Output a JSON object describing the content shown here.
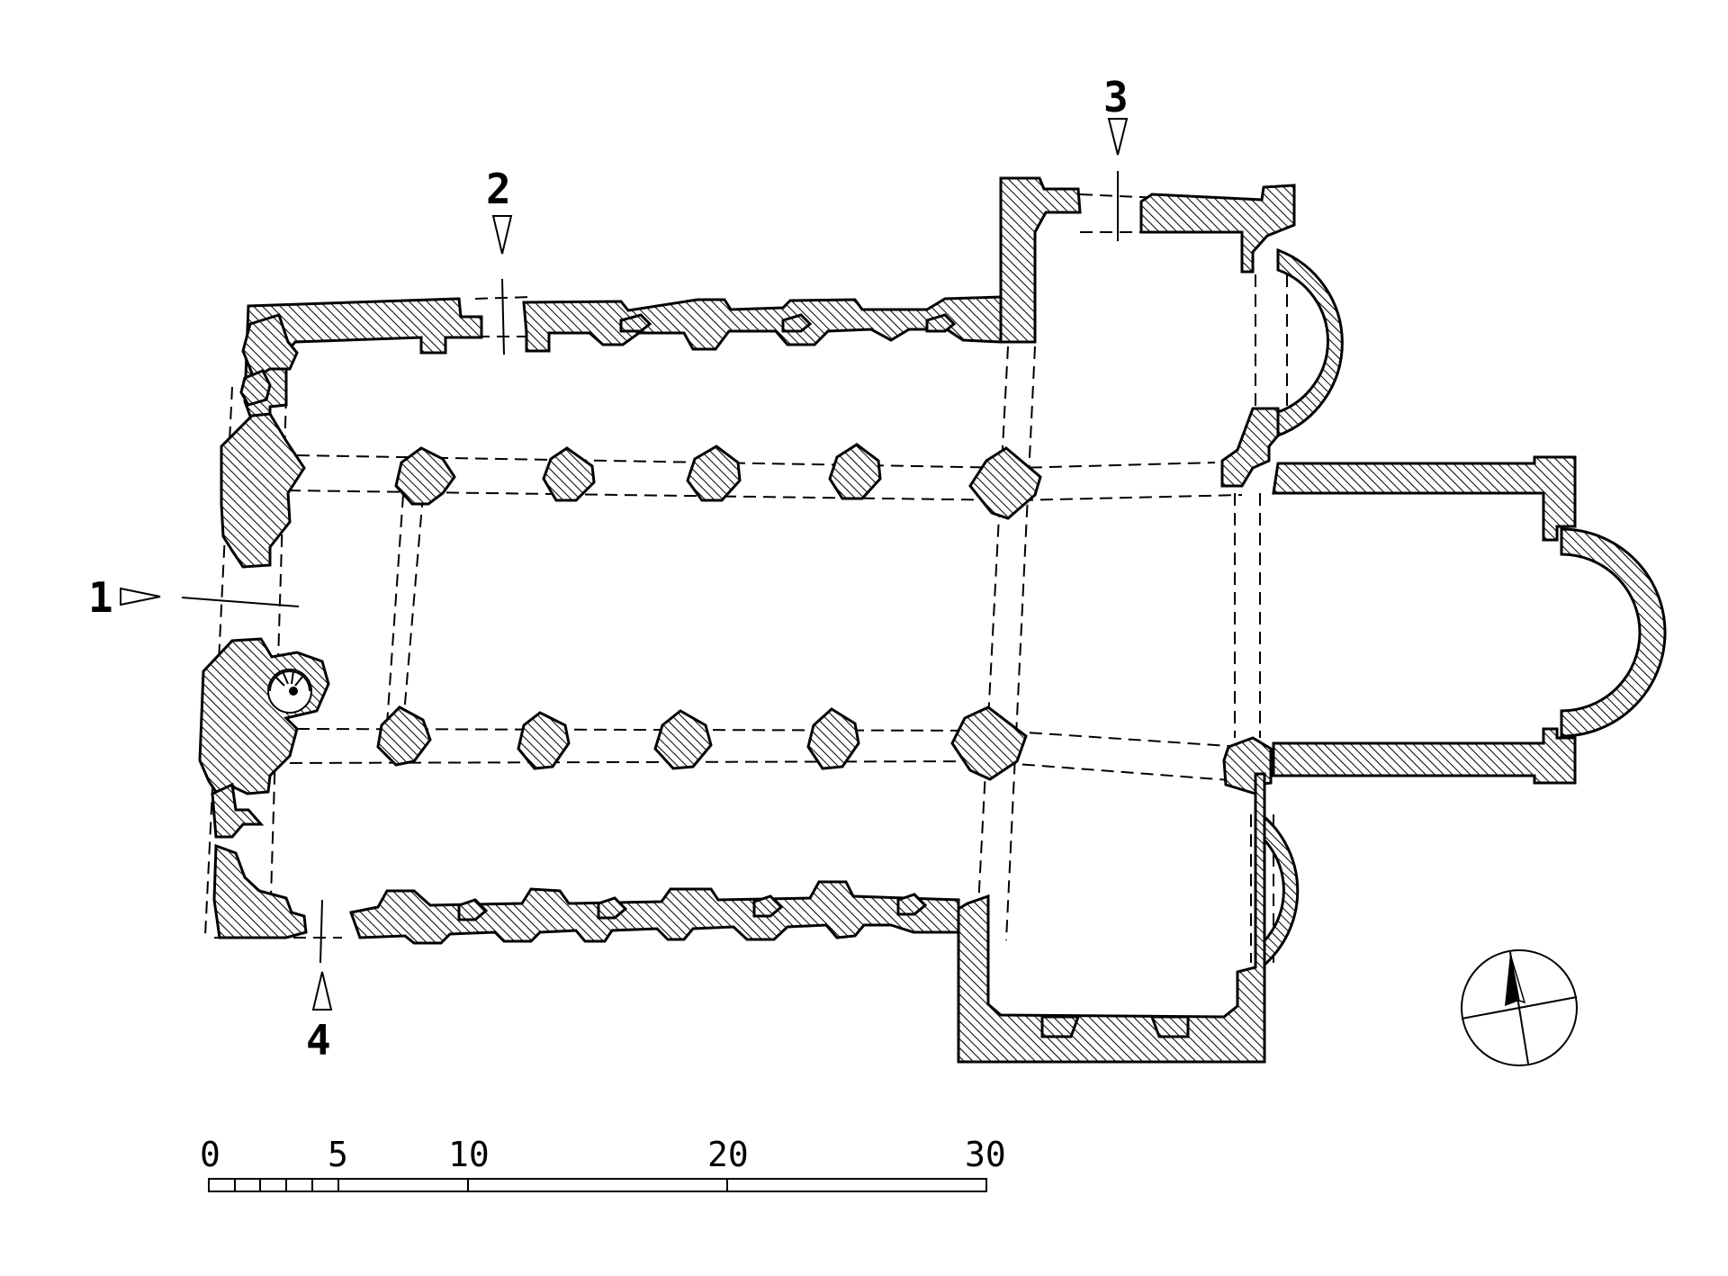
{
  "sections": [
    {
      "id": "1",
      "label": "1"
    },
    {
      "id": "2",
      "label": "2"
    },
    {
      "id": "3",
      "label": "3"
    },
    {
      "id": "4",
      "label": "4"
    }
  ],
  "scale_bar": {
    "ticks": [
      "0",
      "5",
      "10",
      "20",
      "30"
    ]
  },
  "colors": {
    "ink": "#000000",
    "paper": "#ffffff"
  },
  "icons": {
    "compass": "north-arrow-icon"
  }
}
